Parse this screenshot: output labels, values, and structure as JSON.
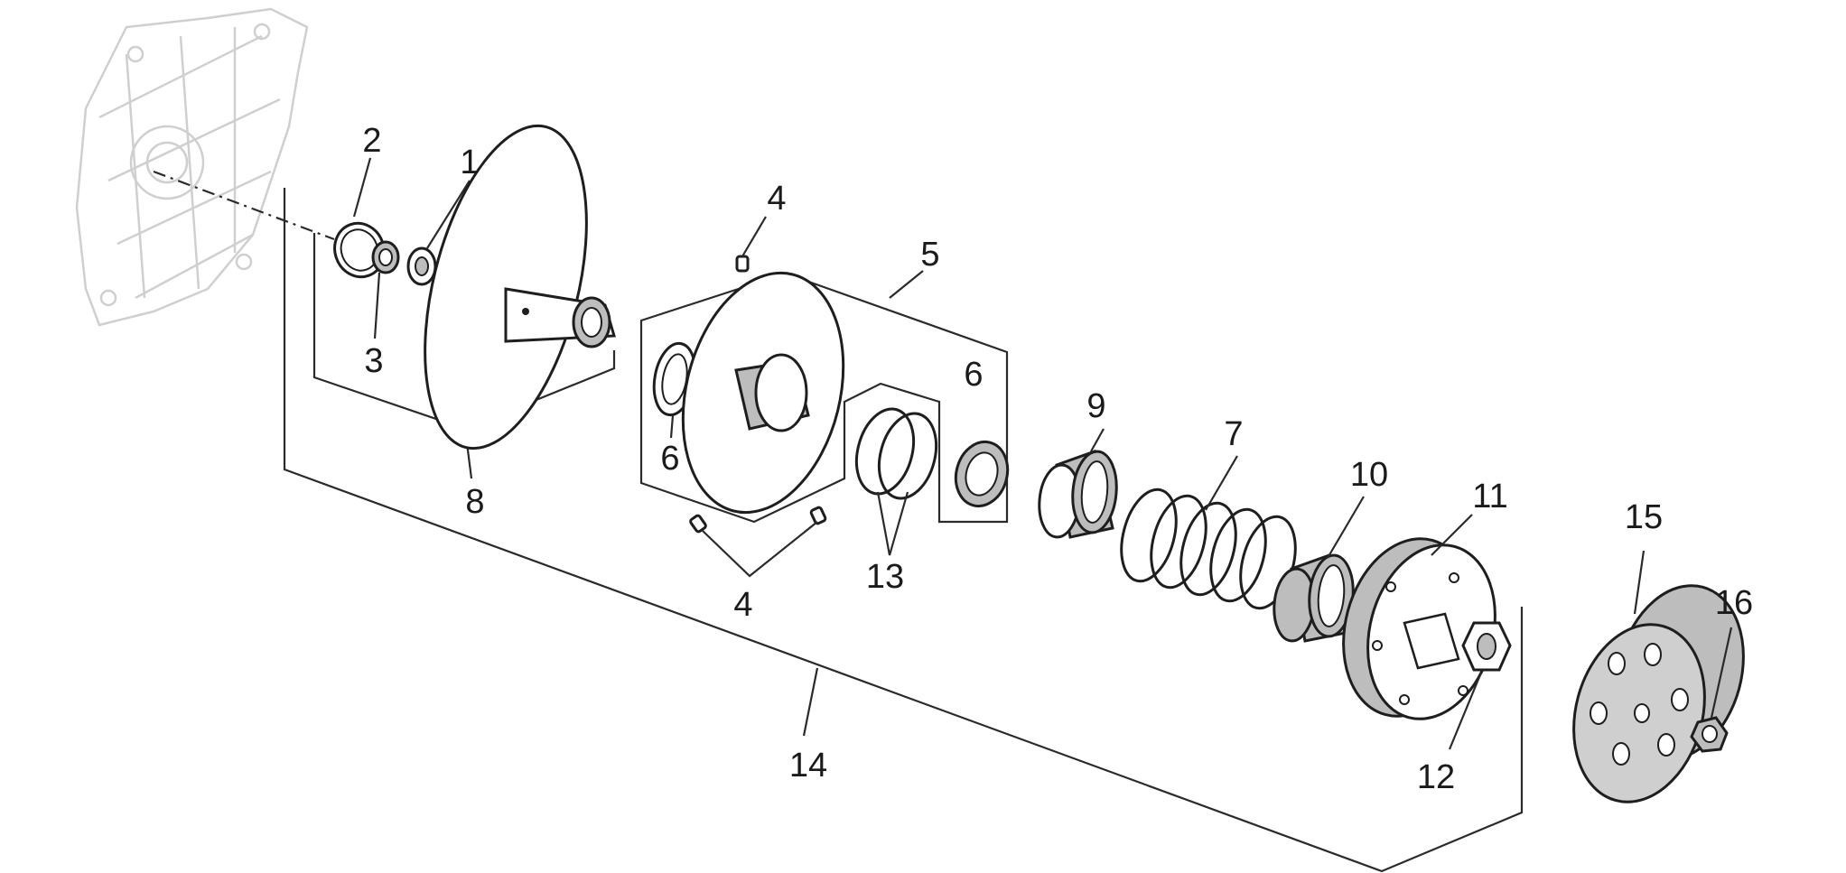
{
  "diagram": {
    "labels": {
      "l1": "1",
      "l2": "2",
      "l3": "3",
      "l4a": "4",
      "l4b": "4",
      "l5": "5",
      "l6a": "6",
      "l6b": "6",
      "l7": "7",
      "l8": "8",
      "l9": "9",
      "l10": "10",
      "l11": "11",
      "l12": "12",
      "l13": "13",
      "l14": "14",
      "l15": "15",
      "l16": "16"
    }
  }
}
